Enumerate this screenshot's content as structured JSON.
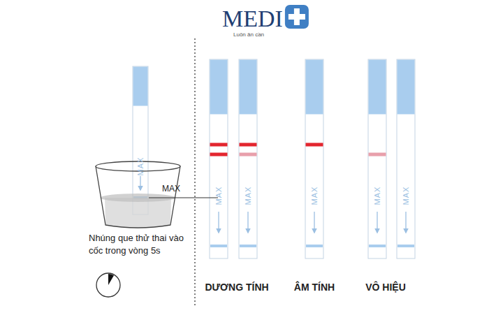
{
  "diagram": {
    "nodes": [
      {
        "text": [
          "MAX"
        ]
      },
      {
        "text": [
          "MAX"
        ]
      },
      {
        "text": [
          "MAX"
        ]
      },
      {
        "text": [
          "MAX"
        ]
      },
      {
        "text": [
          "MAX"
        ]
      },
      {
        "text": [
          "MAX"
        ]
      }
    ],
    "labels": [
      "MEDI",
      "Luôn ân cần",
      "MAX",
      "Nhúng que thử thai vào cốc trong vòng 5s",
      "DƯƠNG TÍNH",
      "ÂM TÍNH",
      "VÔ HIỆU"
    ]
  }
}
